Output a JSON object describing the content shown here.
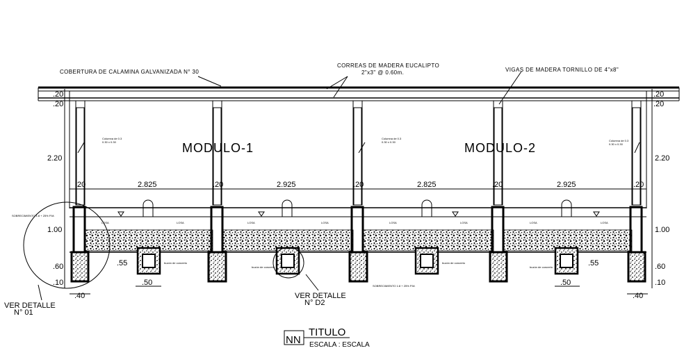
{
  "annotations": {
    "roof": "COBERTURA DE CALAMINA GALVANIZADA N° 30",
    "purlins_line1": "CORREAS DE MADERA EUCALIPTO",
    "purlins_line2": "2\"x3\" @ 0.60m.",
    "beams": "VIGAS DE MADERA TORNILLO DE 4\"x8\""
  },
  "modules": {
    "m1": "MODULO-1",
    "m2": "MODULO-2"
  },
  "dimensions": {
    "roof_top": ".20",
    "roof_under": ".20",
    "column_height": "2.20",
    "col_gap": ".20",
    "bay1": "2.825",
    "bay2": "2.925",
    "bay3": "2.825",
    "bay4": "2.925",
    "wall_height": "1.00",
    "footing_h": ".60",
    "base_h": ".10",
    "sub_h": ".55",
    "pit_w": ".50",
    "footing_w": ".40"
  },
  "details": {
    "d1_line1": "VER DETALLE",
    "d1_line2": "N° 01",
    "d2_line1": "VER DETALLE",
    "d2_line2": "N° D2"
  },
  "small_notes": {
    "column_label": "Columna de 0.3",
    "column_sub": "0.30 x 0.30",
    "footing_note": "SOBRECIMIENTO 1:8 + 25% P.M.",
    "slab": "LOSA",
    "pit": "buzón de concreto"
  },
  "title_block": {
    "code": "NN",
    "title": "TITULO",
    "scale": "ESCALA : ESCALA"
  }
}
